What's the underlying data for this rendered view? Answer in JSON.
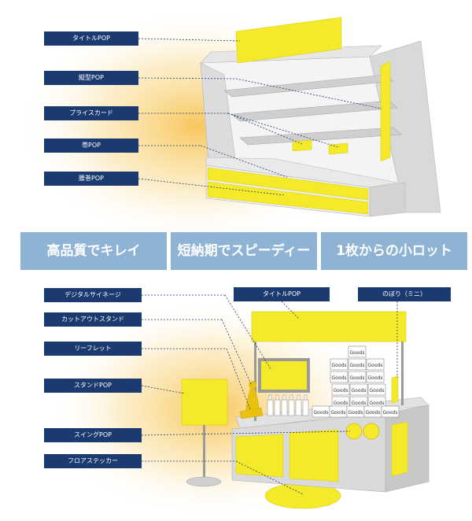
{
  "diagram": {
    "shelf_labels": [
      "タイトルPOP",
      "縦型POP",
      "プライスカード",
      "帯POP",
      "腰巻POP"
    ],
    "banners": [
      "高品質でキレイ",
      "短納期でスピーディー",
      "1枚からの小ロット"
    ],
    "display_labels": {
      "left": [
        "デジタルサイネージ",
        "カットアウトスタンド",
        "リーフレット",
        "スタンドPOP",
        "スイングPOP",
        "フロアステッカー"
      ],
      "title_pop": "タイトルPOP",
      "nobori": "のぼり（ミニ）"
    },
    "goods_label": "Goods",
    "colors": {
      "label_bg": "#1b3a70",
      "banner_bg": "#8fb3d5",
      "pop_yellow": "#f5ea2a",
      "fixture_gray": "#e3e3e3",
      "glow": "#f7c04a"
    }
  }
}
